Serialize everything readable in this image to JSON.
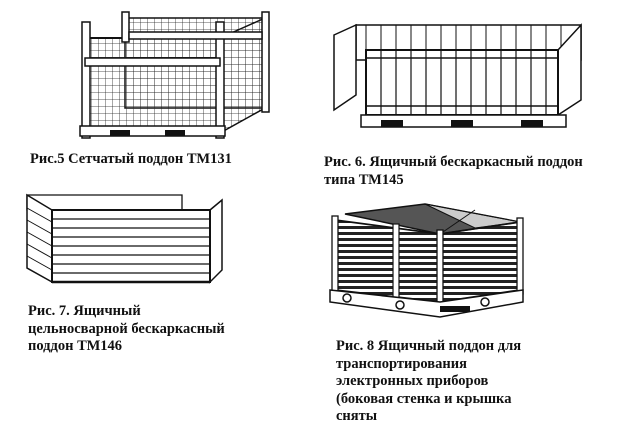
{
  "figures": [
    {
      "id": "fig5",
      "caption_lines": [
        "Рис.5 Сетчатый поддон ТМ131"
      ]
    },
    {
      "id": "fig6",
      "caption_lines": [
        "Рис. 6. Ящичный бескаркасный поддон",
        "типа ТМ145"
      ]
    },
    {
      "id": "fig7",
      "caption_lines": [
        "Рис. 7. Ящичный",
        "цельносварной бескаркасный",
        "поддон ТМ146"
      ]
    },
    {
      "id": "fig8",
      "caption_lines": [
        "Рис. 8 Ящичный поддон для",
        "транспортирования",
        "электронных приборов",
        "(боковая стенка и крышка",
        "сняты"
      ]
    }
  ]
}
